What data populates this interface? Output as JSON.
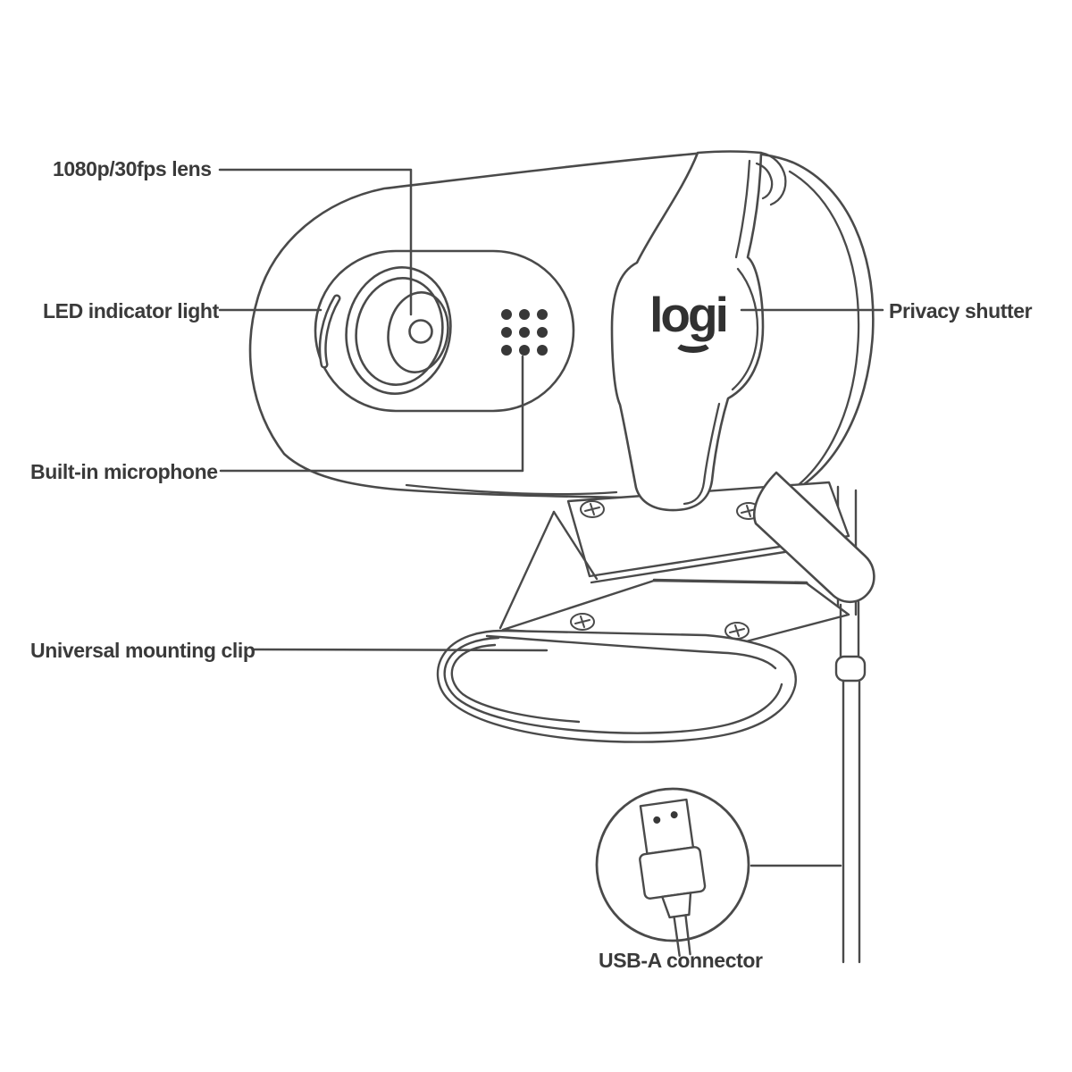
{
  "figure": {
    "logo": {
      "text": "logi"
    },
    "callouts": [
      {
        "id": "lens",
        "label": "1080p/30fps lens"
      },
      {
        "id": "led",
        "label": "LED indicator light"
      },
      {
        "id": "mic",
        "label": "Built-in microphone"
      },
      {
        "id": "shutter",
        "label": "Privacy shutter"
      },
      {
        "id": "clip",
        "label": "Universal mounting clip"
      },
      {
        "id": "usb",
        "label": "USB-A connector"
      }
    ],
    "colors": {
      "line": "#4a4a4a",
      "text": "#3a3a3a",
      "background": "#ffffff"
    }
  }
}
